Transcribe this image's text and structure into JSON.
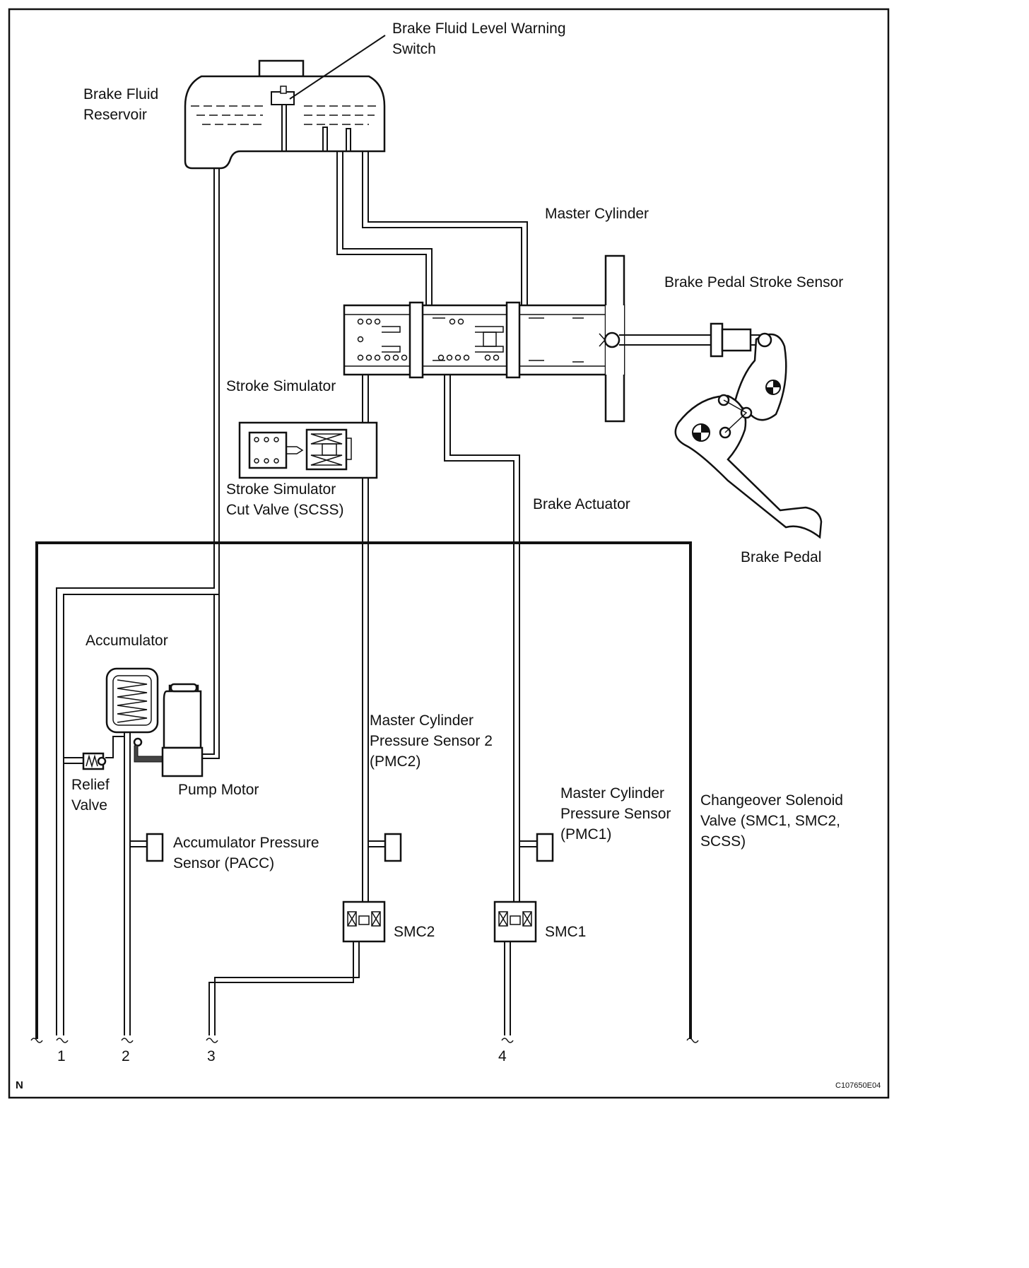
{
  "labels": {
    "brake_fluid_level_warning_switch": [
      "Brake Fluid Level Warning",
      "Switch"
    ],
    "brake_fluid_reservoir": [
      "Brake Fluid",
      "Reservoir"
    ],
    "master_cylinder": "Master Cylinder",
    "brake_pedal_stroke_sensor": "Brake Pedal Stroke Sensor",
    "stroke_simulator": "Stroke Simulator",
    "stroke_simulator_cut_valve": [
      "Stroke Simulator",
      "Cut Valve (SCSS)"
    ],
    "brake_actuator": "Brake Actuator",
    "brake_pedal": "Brake Pedal",
    "accumulator": "Accumulator",
    "master_cylinder_pressure_sensor_2": [
      "Master Cylinder",
      "Pressure Sensor 2",
      "(PMC2)"
    ],
    "relief_valve": [
      "Relief",
      "Valve"
    ],
    "pump_motor": "Pump Motor",
    "master_cylinder_pressure_sensor": [
      "Master Cylinder",
      "Pressure Sensor",
      "(PMC1)"
    ],
    "changeover_solenoid_valve": [
      "Changeover Solenoid",
      "Valve (SMC1, SMC2,",
      "SCSS)"
    ],
    "accumulator_pressure_sensor": [
      "Accumulator Pressure",
      "Sensor (PACC)"
    ],
    "smc2": "SMC2",
    "smc1": "SMC1"
  },
  "port_numbers": [
    "1",
    "2",
    "3",
    "4"
  ],
  "orientation_mark": "N",
  "figure_code": "C107650E04"
}
